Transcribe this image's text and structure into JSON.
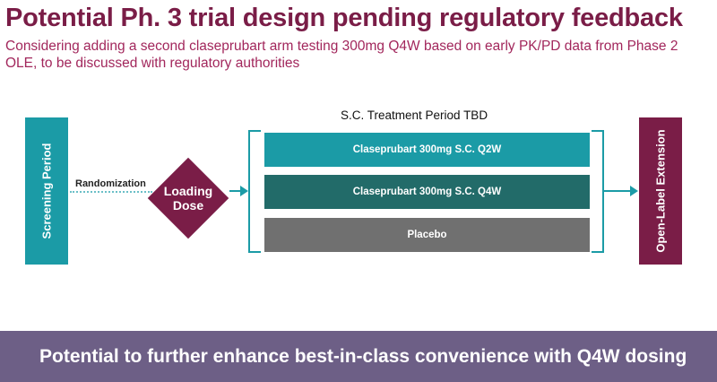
{
  "title": "Potential Ph. 3 trial design pending regulatory feedback",
  "subtitle": "Considering adding a second claseprubart arm testing 300mg Q4W based on early PK/PD data from Phase 2 OLE, to be discussed with regulatory authorities",
  "diagram": {
    "screening": "Screening Period",
    "randomization": "Randomization",
    "loading_dose": "Loading Dose",
    "treatment_title": "S.C. Treatment Period TBD",
    "arms": [
      "Claseprubart 300mg S.C. Q2W",
      "Claseprubart 300mg S.C. Q4W",
      "Placebo"
    ],
    "extension": "Open-Label Extension"
  },
  "banner": "Potential to further enhance best-in-class convenience with Q4W dosing",
  "colors": {
    "title": "#7a1d47",
    "subtitle": "#a2275c",
    "teal": "#1b9ba6",
    "dark_teal": "#226b69",
    "grey": "#707070",
    "maroon": "#7a1d47",
    "banner_bg": "#6d5f86"
  }
}
